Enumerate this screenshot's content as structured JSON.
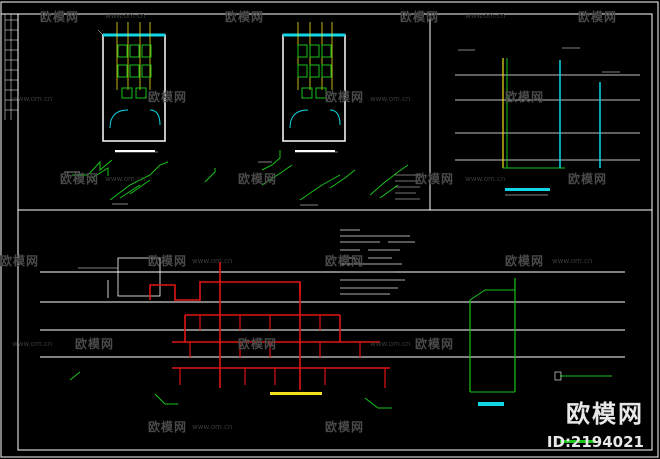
{
  "watermark": {
    "text": "欧模网",
    "url": "www.om.cn"
  },
  "brand": {
    "name": "欧模网",
    "id": "ID:2194021"
  },
  "colors": {
    "background": "#000000",
    "frame": "#ffffff",
    "pipe_red": "#e01414",
    "pipe_green": "#19c419",
    "pipe_cyan": "#10d6e6",
    "pipe_yellow": "#f0e020",
    "wall_white": "#ffffff",
    "annotation_magenta": "#e030e0"
  }
}
